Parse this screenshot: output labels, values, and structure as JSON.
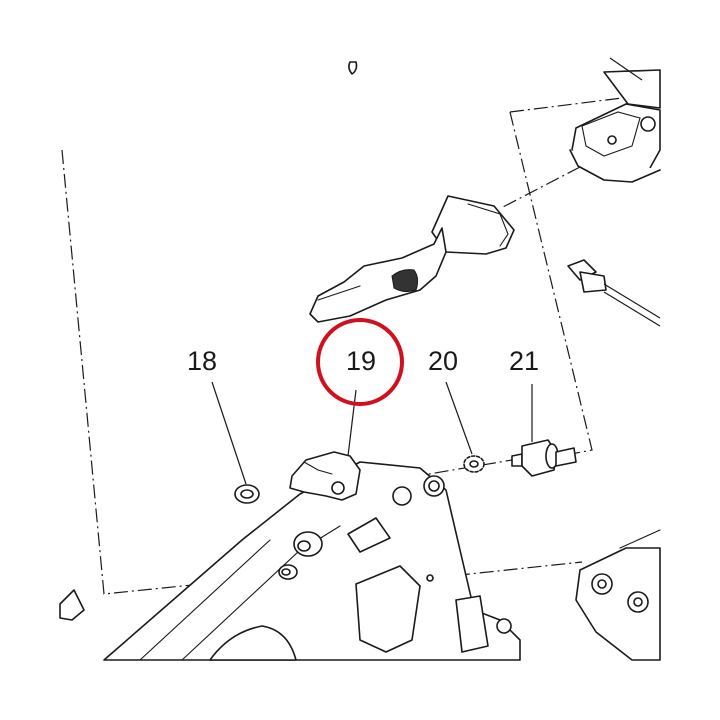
{
  "callouts": [
    {
      "number": "18"
    },
    {
      "number": "19"
    },
    {
      "number": "20"
    },
    {
      "number": "21"
    }
  ],
  "highlight": {
    "callout": "19",
    "color": "#d0101e"
  }
}
